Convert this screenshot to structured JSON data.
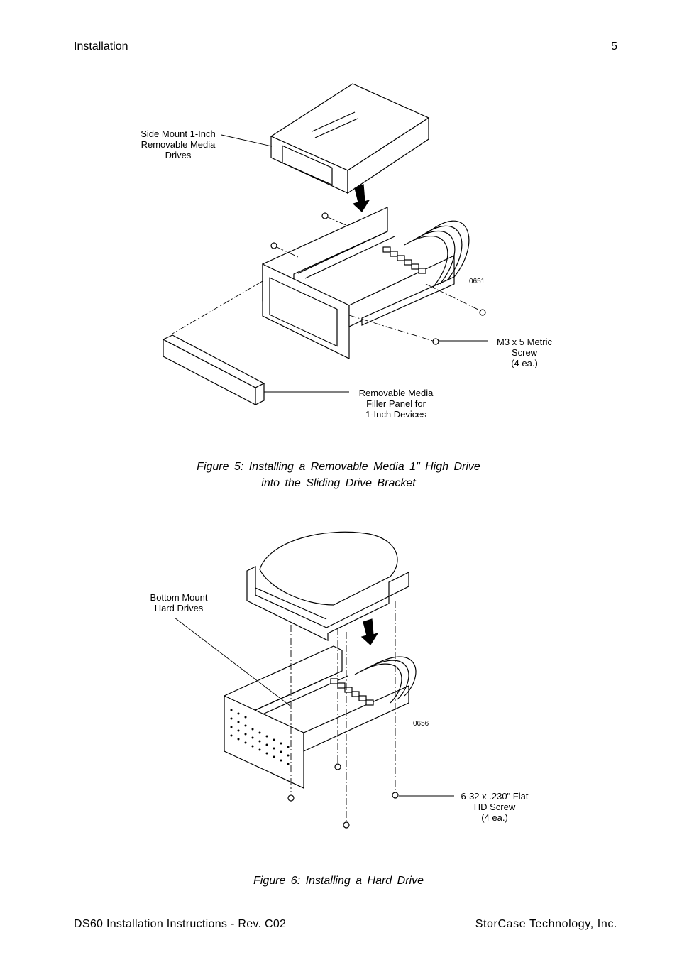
{
  "header": {
    "section": "Installation",
    "page_number": "5"
  },
  "figure5": {
    "callouts": {
      "drive": [
        "Side Mount  1-Inch",
        "Removable Media",
        "Drives"
      ],
      "screw": [
        "M3 x 5 Metric",
        "Screw",
        "(4 ea.)"
      ],
      "panel": [
        "Removable Media",
        "Filler Panel for",
        "1-Inch Devices"
      ]
    },
    "drawing_code": "0651",
    "caption_line1": "Figure 5:   Installing a Removable Media 1\" High Drive",
    "caption_line2": "into the Sliding Drive Bracket"
  },
  "figure6": {
    "callouts": {
      "drive": [
        "Bottom Mount",
        "Hard Drives"
      ],
      "screw": [
        "6-32 x .230\" Flat",
        "HD Screw",
        "(4 ea.)"
      ]
    },
    "drawing_code": "0656",
    "caption": "Figure 6:    Installing a Hard Drive"
  },
  "footer": {
    "left": "DS60 Installation Instructions - Rev. C02",
    "right": "StorCase Technology, Inc."
  }
}
